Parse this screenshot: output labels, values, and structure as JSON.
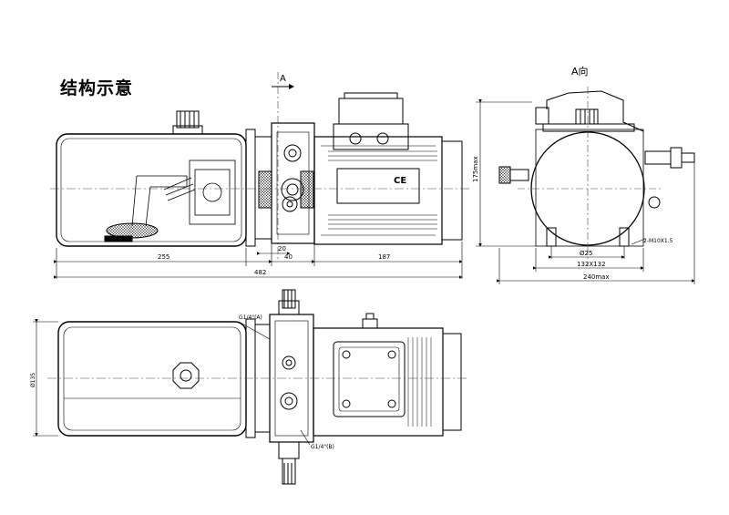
{
  "title": "结构示意",
  "view_a_arrow": "A",
  "view_a_label": "A向",
  "side_view": {
    "dims": {
      "tank": "255",
      "flange_offset": "20",
      "block": "40",
      "motor": "187",
      "total": "482"
    },
    "ce_mark": "CE"
  },
  "end_view": {
    "dims": {
      "height": "175max",
      "circle": "Ø25",
      "mount": "132X132",
      "width": "240max",
      "bolt": "2-M10X1.5"
    }
  },
  "top_view": {
    "port_a": "G1/4\"(A)",
    "port_b": "G1/4\"(B)",
    "tank_dim": "Ø135"
  },
  "colors": {
    "line": "#000000",
    "centerline": "#444444",
    "background": "#ffffff"
  }
}
